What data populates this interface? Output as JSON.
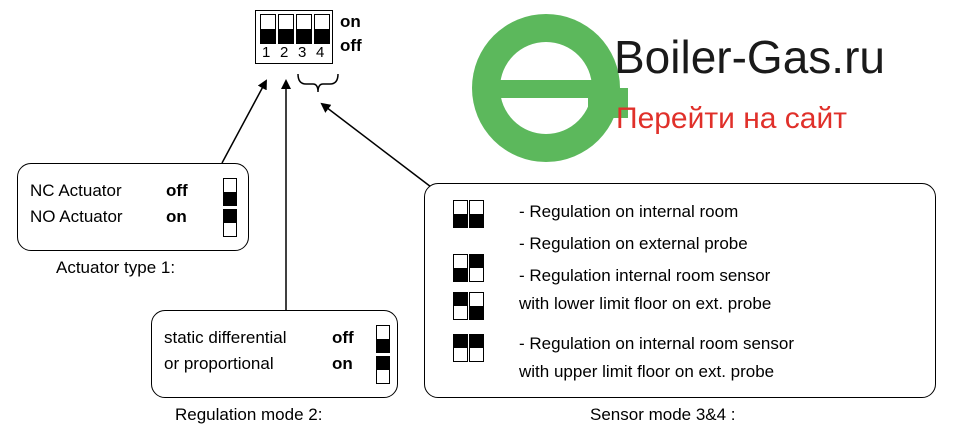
{
  "dip_switch": {
    "numbers": [
      "1",
      "2",
      "3",
      "4"
    ],
    "on_label": "on",
    "off_label": "off"
  },
  "logo": {
    "brand": "Boiler-Gas.ru",
    "link_text": "Перейти на сайт",
    "brand_color": "#1a1a1a",
    "link_color": "#e0302a",
    "circle_color": "#5cb85c"
  },
  "actuator": {
    "row1_label": "NC Actuator",
    "row1_state": "off",
    "row2_label": "NO Actuator",
    "row2_state": "on",
    "caption": "Actuator type 1:"
  },
  "regulation": {
    "row1_label": "static differential",
    "row1_state": "off",
    "row2_label": "or  proportional",
    "row2_state": "on",
    "caption": "Regulation mode 2:"
  },
  "sensor": {
    "items": [
      "- Regulation on internal room",
      "- Regulation on external probe",
      "- Regulation internal room sensor",
      "with lower limit floor on ext. probe",
      "- Regulation on internal room sensor",
      "with upper limit floor on ext. probe"
    ],
    "caption": "Sensor mode 3&4 :"
  }
}
